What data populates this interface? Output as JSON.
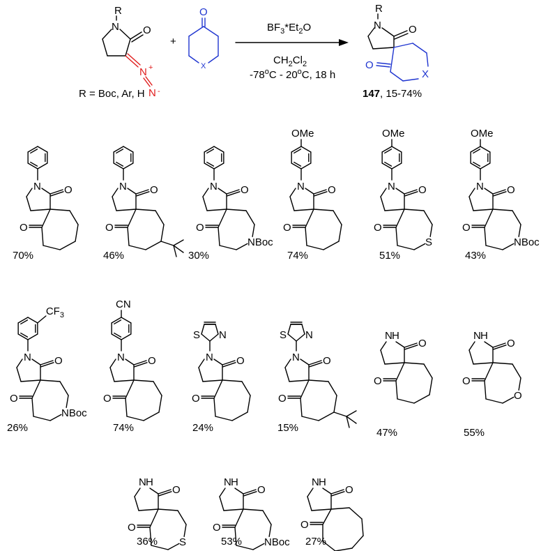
{
  "reaction": {
    "reagent_top": "BF3*Et2O",
    "solvent": "CH2Cl2",
    "conditions": "-78oC - 20oC, 18 h",
    "r_definition": "R = Boc, Ar, H",
    "product_number": "147",
    "product_yield_range": ", 15-74%",
    "plus": "+"
  },
  "labels": {
    "R": "R",
    "N": "N",
    "O": "O",
    "X": "X",
    "S": "S",
    "NBoc": "NBoc",
    "OMe": "OMe",
    "CF3": "CF3",
    "CN": "CN",
    "H": "H",
    "plus_charge": "+",
    "minus_charge": "-"
  },
  "colors": {
    "ketone": "#1f35d0",
    "diazo": "#e01b1b",
    "ink": "#000000"
  },
  "products": [
    {
      "yield": "70%"
    },
    {
      "yield": "46%"
    },
    {
      "yield": "30%"
    },
    {
      "yield": "74%"
    },
    {
      "yield": "51%"
    },
    {
      "yield": "43%"
    },
    {
      "yield": "26%"
    },
    {
      "yield": "74%"
    },
    {
      "yield": "24%"
    },
    {
      "yield": "15%"
    },
    {
      "yield": "47%"
    },
    {
      "yield": "55%"
    },
    {
      "yield": "36%"
    },
    {
      "yield": "53%"
    },
    {
      "yield": "27%"
    }
  ]
}
